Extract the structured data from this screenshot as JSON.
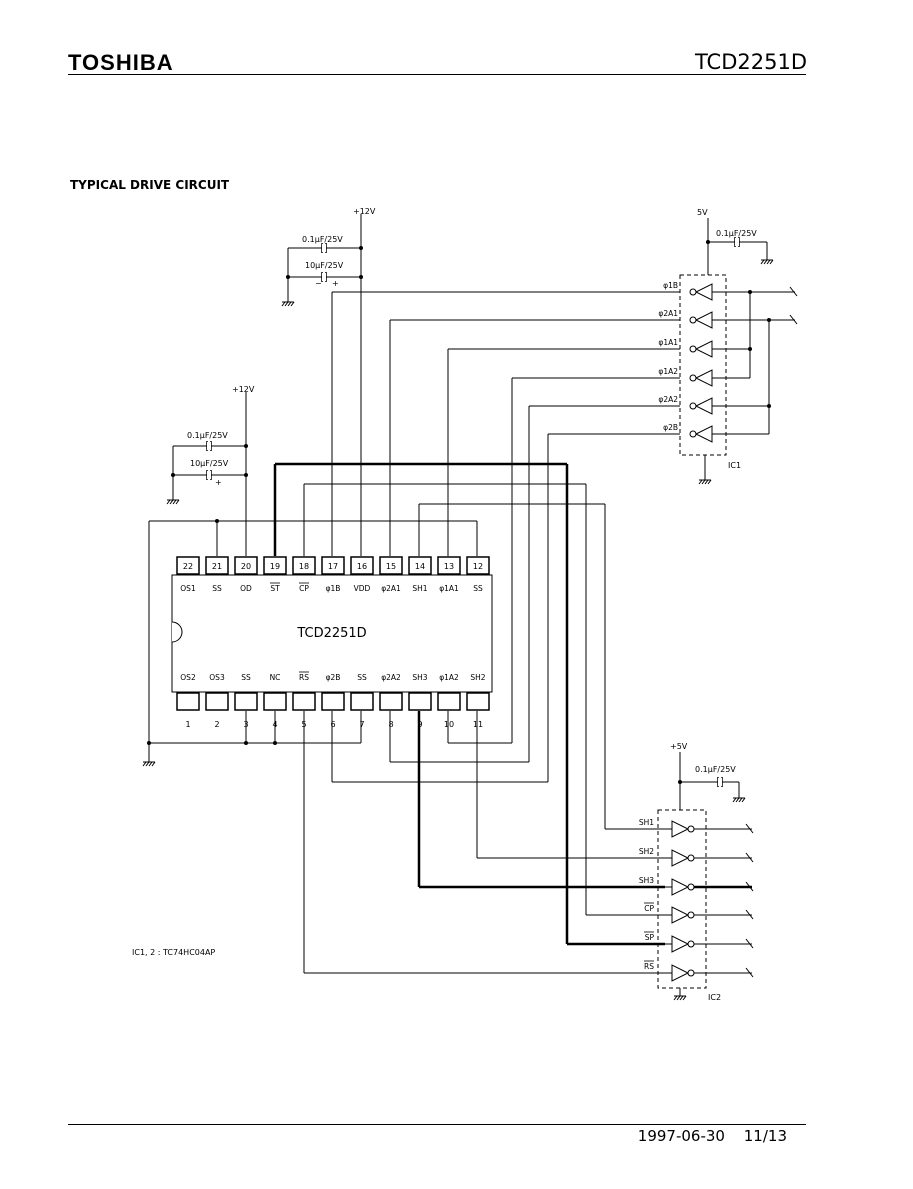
{
  "header": {
    "logo": "TOSHIBA",
    "doc_number": "TCD2251D"
  },
  "section_title": "TYPICAL DRIVE CIRCUIT",
  "supply": {
    "v12_top": "+12V",
    "cap1": "0.1μF/25V",
    "cap2": "10μF/25V",
    "v12_left": "+12V",
    "cap3": "0.1μF/25V",
    "cap4": "10μF/25V",
    "v5_top": "5V",
    "cap5": "0.1μF/25V",
    "v5_bottom": "+5V",
    "cap6": "0.1μF/25V",
    "plus": "+",
    "minus": "−"
  },
  "chip": {
    "name": "TCD2251D",
    "top_pins": [
      {
        "num": "22",
        "label": "OS1"
      },
      {
        "num": "21",
        "label": "SS"
      },
      {
        "num": "20",
        "label": "OD"
      },
      {
        "num": "19",
        "label": "ST"
      },
      {
        "num": "18",
        "label": "CP"
      },
      {
        "num": "17",
        "label": "φ1B"
      },
      {
        "num": "16",
        "label": "VDD"
      },
      {
        "num": "15",
        "label": "φ2A1"
      },
      {
        "num": "14",
        "label": "SH1"
      },
      {
        "num": "13",
        "label": "φ1A1"
      },
      {
        "num": "12",
        "label": "SS"
      }
    ],
    "bottom_pins": [
      {
        "num": "1",
        "label": "OS2"
      },
      {
        "num": "2",
        "label": "OS3"
      },
      {
        "num": "3",
        "label": "SS"
      },
      {
        "num": "4",
        "label": "NC"
      },
      {
        "num": "5",
        "label": "RS"
      },
      {
        "num": "6",
        "label": "φ2B"
      },
      {
        "num": "7",
        "label": "SS"
      },
      {
        "num": "8",
        "label": "φ2A2"
      },
      {
        "num": "9",
        "label": "SH3"
      },
      {
        "num": "10",
        "label": "φ1A2"
      },
      {
        "num": "11",
        "label": "SH2"
      }
    ]
  },
  "ic1": {
    "label": "IC1",
    "signals": [
      "φ1B",
      "φ2A1",
      "φ1A1",
      "φ1A2",
      "φ2A2",
      "φ2B"
    ]
  },
  "ic2": {
    "label": "IC2",
    "signals": [
      "SH1",
      "SH2",
      "SH3",
      "CP",
      "SP",
      "RS"
    ]
  },
  "note": "IC1, 2 : TC74HC04AP",
  "footer": {
    "date": "1997-06-30",
    "page": "11/13"
  }
}
